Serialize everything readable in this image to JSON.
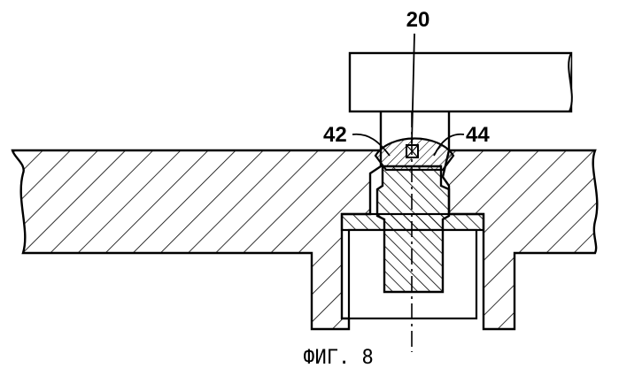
{
  "labels": {
    "part_20": "20",
    "part_42": "42",
    "part_44": "44"
  },
  "caption": "ФИГ. 8"
}
